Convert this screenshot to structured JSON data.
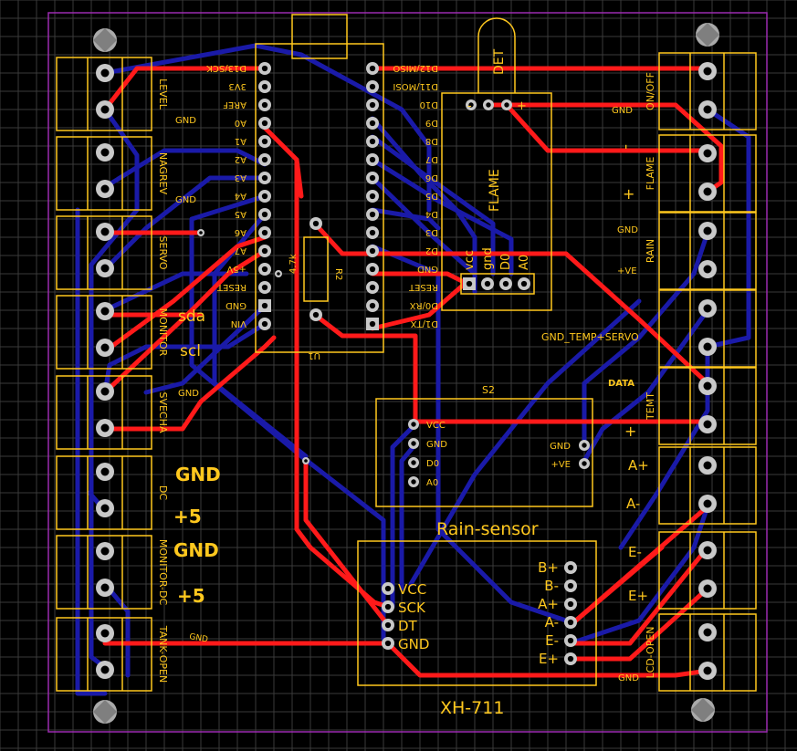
{
  "colors": {
    "background": "#000000",
    "grid": "#3a3a3a",
    "top_copper": "#ff1a1a",
    "bottom_copper": "#1a1aa8",
    "silkscreen": "#ffc81e",
    "board_outline": "#9b2bb0",
    "pad": "#c8c8c8"
  },
  "left_connectors": [
    {
      "label": "LEVEL"
    },
    {
      "label": "NAGREV"
    },
    {
      "label": "SERVO"
    },
    {
      "label": "MONITOR"
    },
    {
      "label": "SVECHA"
    },
    {
      "label": "DC"
    },
    {
      "label": "MONITOR-DC"
    },
    {
      "label": "TANK-OPEN"
    }
  ],
  "right_connectors": [
    {
      "label": "ON/OFF"
    },
    {
      "label": "FLAME"
    },
    {
      "label": "RAIN"
    },
    {
      "label": ""
    },
    {
      "label": "TEMT"
    },
    {
      "label": ""
    },
    {
      "label": ""
    },
    {
      "label": "LCD-OPEN"
    }
  ],
  "left_small_labels": {
    "gnd1": "GND",
    "gnd2": "GND",
    "gnd3": "GND",
    "gnd4": "GND",
    "sda": "sda",
    "scl": "scl"
  },
  "left_power_labels": [
    "GND",
    "+5",
    "GND",
    "+5"
  ],
  "right_small_labels": {
    "gnd_onoff": "GND",
    "minus_flame": "-",
    "plus_flame": "+",
    "gnd_rain": "GND",
    "plus_ve": "+VE",
    "gnd_temp": "GND_TEMP+SERVO",
    "data": "DATA",
    "plus_temt": "+",
    "a_plus": "A+",
    "a_minus": "A-",
    "e_minus": "E-",
    "e_plus": "E+",
    "gnd_lcd": "GND"
  },
  "arduino": {
    "designator": "U1",
    "left_pins": [
      "D13/SCK",
      "3V3",
      "AREF",
      "A0",
      "A1",
      "A2",
      "A3",
      "A4",
      "A5",
      "A6",
      "A7",
      "+5V",
      "RESET",
      "GND",
      "VIN"
    ],
    "right_pins": [
      "D12/MISO",
      "D11/MOSI",
      "D10",
      "D9",
      "D8",
      "D7",
      "D6",
      "D5",
      "D4",
      "D3",
      "D2",
      "GND",
      "RESET",
      "D0/RX",
      "D1/TX"
    ]
  },
  "resistor": {
    "designator": "R2",
    "value": "4.7k"
  },
  "flame_sensor": {
    "title": "FLAME",
    "det": "DET",
    "minus": "-",
    "plus": "+",
    "pins": [
      "vcc",
      "gnd",
      "D0",
      "A0"
    ]
  },
  "rain_module": {
    "designator": "S2",
    "name": "Rain-sensor",
    "left_pins": [
      "VCC",
      "GND",
      "D0",
      "A0"
    ],
    "right_pins": [
      "GND",
      "+VE"
    ]
  },
  "hx711": {
    "name": "XH-711",
    "left_pins": [
      "VCC",
      "SCK",
      "DT",
      "GND"
    ],
    "right_pins": [
      "B+",
      "B-",
      "A+",
      "A-",
      "E-",
      "E+"
    ]
  }
}
